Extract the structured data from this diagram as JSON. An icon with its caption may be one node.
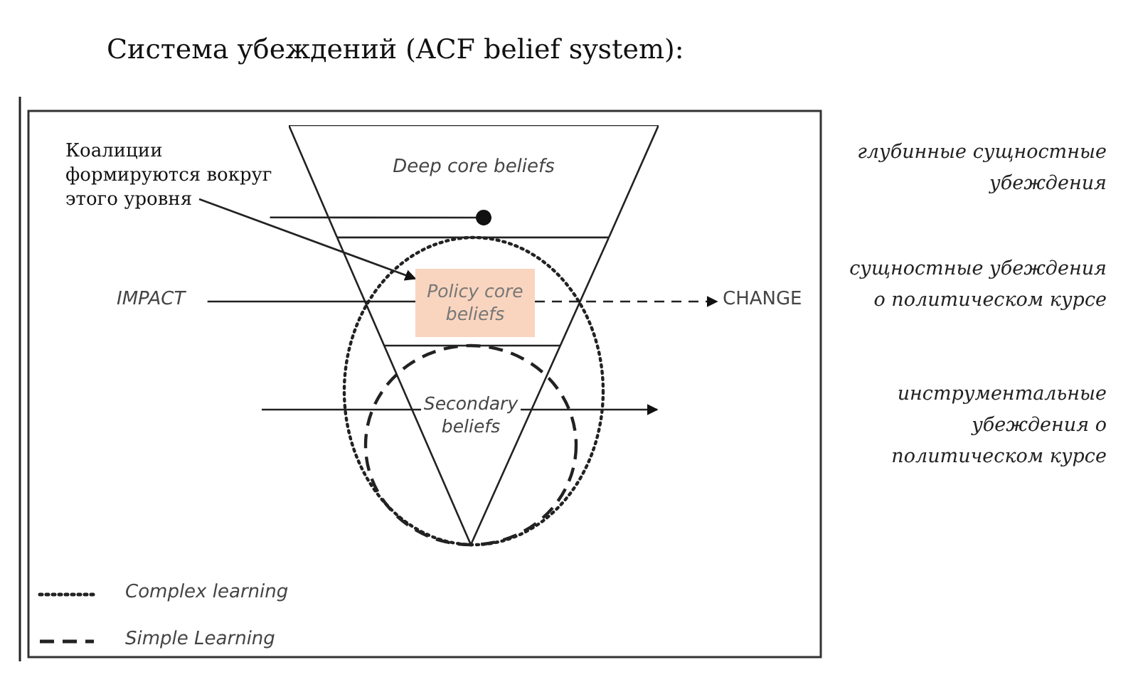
{
  "diagram": {
    "title": "Система убеждений (ACF belief system):",
    "nodes": [
      {
        "text": [
          "Коалиции формируются вокруг этого уровня"
        ]
      },
      {
        "text": [
          "Deep core beliefs"
        ]
      },
      {
        "text": [
          "Policy core beliefs"
        ]
      },
      {
        "text": [
          "Secondary beliefs"
        ]
      },
      {
        "text": [
          "IMPACT"
        ]
      },
      {
        "text": [
          "CHANGE"
        ]
      }
    ],
    "edges": [
      {
        "from": 0,
        "to": 2,
        "arrow": "to"
      },
      {
        "from": 0,
        "to": 1,
        "arrow": "other"
      },
      {
        "from": 4,
        "to": 2,
        "arrow": "none"
      },
      {
        "from": 2,
        "to": 5,
        "arrow": "to",
        "style": "dashed"
      },
      {
        "from": null,
        "to": 3,
        "arrow": "none"
      },
      {
        "from": 3,
        "to": null,
        "arrow": "to"
      }
    ],
    "labels": [
      "глубинные сущностные убеждения",
      "сущностные убеждения о политическом курсе",
      "инструментальные убеждения о политическом курсе"
    ],
    "legend": [
      {
        "text": "Complex learning"
      },
      {
        "text": "Simple Learning"
      }
    ]
  }
}
